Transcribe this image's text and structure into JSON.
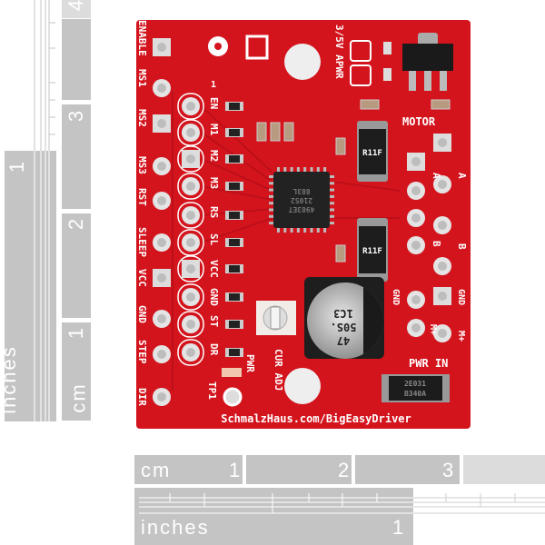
{
  "rulers": {
    "vertical_inches": {
      "unit": "inches",
      "marks": [
        "1"
      ]
    },
    "vertical_cm": {
      "unit": "cm",
      "marks": [
        "1",
        "2",
        "3",
        "4"
      ]
    },
    "horizontal_cm": {
      "unit": "cm",
      "marks": [
        "1",
        "2",
        "3"
      ]
    },
    "horizontal_inches": {
      "unit": "inches",
      "marks": [
        "1"
      ]
    }
  },
  "board": {
    "color": "#d3141d",
    "url": "SchmalzHaus.com/BigEasyDriver",
    "left_pins": [
      "ENABLE",
      "MS1",
      "MS2",
      "MS3",
      "RST",
      "SLEEP",
      "VCC",
      "GND",
      "STEP",
      "DIR"
    ],
    "inner_pins": [
      "EN",
      "M1",
      "M2",
      "M3",
      "RS",
      "SL",
      "VCC",
      "GND",
      "ST",
      "DR"
    ],
    "pin1_label": "1",
    "jumper_label": "3/5V APWR",
    "motor_label": "MOTOR",
    "motor_coils": [
      "A",
      "B"
    ],
    "power_label": "PWR IN",
    "power_pins": [
      "GND",
      "M+"
    ],
    "pot_label": "CUR ADJ",
    "led_label": "PWR",
    "testpoint_label": "TP1",
    "chip_text": [
      "4983ET",
      "21052",
      "883L"
    ],
    "sense_resistor_text": "R11F",
    "capacitor_text": [
      "47",
      "50S.",
      "1C3"
    ],
    "diode_text": [
      "2E031",
      "B340A"
    ]
  }
}
